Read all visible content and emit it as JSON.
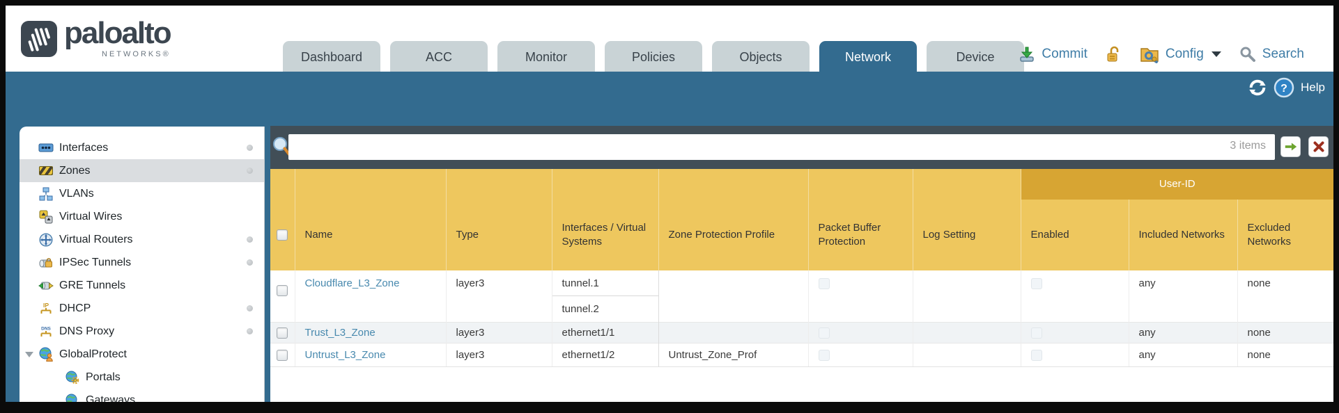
{
  "brand": {
    "name": "paloalto",
    "sub": "NETWORKS®"
  },
  "nav": {
    "tabs": [
      {
        "label": "Dashboard",
        "active": false
      },
      {
        "label": "ACC",
        "active": false
      },
      {
        "label": "Monitor",
        "active": false
      },
      {
        "label": "Policies",
        "active": false
      },
      {
        "label": "Objects",
        "active": false
      },
      {
        "label": "Network",
        "active": true
      },
      {
        "label": "Device",
        "active": false
      }
    ]
  },
  "utility": {
    "commit_label": "Commit",
    "config_label": "Config",
    "search_label": "Search"
  },
  "band": {
    "help_label": "Help"
  },
  "sidebar": {
    "items": [
      {
        "label": "Interfaces",
        "icon": "interfaces-icon",
        "dot": true,
        "selected": false
      },
      {
        "label": "Zones",
        "icon": "zones-icon",
        "dot": true,
        "selected": true
      },
      {
        "label": "VLANs",
        "icon": "vlans-icon",
        "dot": false,
        "selected": false
      },
      {
        "label": "Virtual Wires",
        "icon": "virtual-wires-icon",
        "dot": false,
        "selected": false
      },
      {
        "label": "Virtual Routers",
        "icon": "virtual-routers-icon",
        "dot": true,
        "selected": false
      },
      {
        "label": "IPSec Tunnels",
        "icon": "ipsec-tunnels-icon",
        "dot": true,
        "selected": false
      },
      {
        "label": "GRE Tunnels",
        "icon": "gre-tunnels-icon",
        "dot": false,
        "selected": false
      },
      {
        "label": "DHCP",
        "icon": "dhcp-icon",
        "dot": true,
        "selected": false
      },
      {
        "label": "DNS Proxy",
        "icon": "dns-proxy-icon",
        "dot": true,
        "selected": false
      },
      {
        "label": "GlobalProtect",
        "icon": "globalprotect-icon",
        "dot": false,
        "selected": false,
        "expanded": true
      },
      {
        "label": "Portals",
        "icon": "portals-icon",
        "dot": false,
        "selected": false,
        "child": true
      },
      {
        "label": "Gateways",
        "icon": "gateways-icon",
        "dot": false,
        "selected": false,
        "child": true
      }
    ]
  },
  "filter": {
    "value": "",
    "items_count": "3 items"
  },
  "table": {
    "group_header": "User-ID",
    "columns": [
      "Name",
      "Type",
      "Interfaces / Virtual Systems",
      "Zone Protection Profile",
      "Packet Buffer Protection",
      "Log Setting",
      "Enabled",
      "Included Networks",
      "Excluded Networks"
    ],
    "rows": [
      {
        "name": "Cloudflare_L3_Zone",
        "type": "layer3",
        "interfaces": [
          "tunnel.1",
          "tunnel.2"
        ],
        "zone_protection_profile": "",
        "packet_buffer_protection": false,
        "log_setting": "",
        "enabled": false,
        "included_networks": "any",
        "excluded_networks": "none"
      },
      {
        "name": "Trust_L3_Zone",
        "type": "layer3",
        "interfaces": [
          "ethernet1/1"
        ],
        "zone_protection_profile": "",
        "packet_buffer_protection": false,
        "log_setting": "",
        "enabled": false,
        "included_networks": "any",
        "excluded_networks": "none"
      },
      {
        "name": "Untrust_L3_Zone",
        "type": "layer3",
        "interfaces": [
          "ethernet1/2"
        ],
        "zone_protection_profile": "Untrust_Zone_Prof",
        "packet_buffer_protection": false,
        "log_setting": "",
        "enabled": false,
        "included_networks": "any",
        "excluded_networks": "none"
      }
    ]
  },
  "colors": {
    "band_blue": "#336b8f",
    "slate": "#414e57",
    "header_gold": "#eec75e",
    "group_gold": "#d7a533",
    "link_blue": "#4889ae",
    "tab_gray": "#c9d3d6"
  }
}
